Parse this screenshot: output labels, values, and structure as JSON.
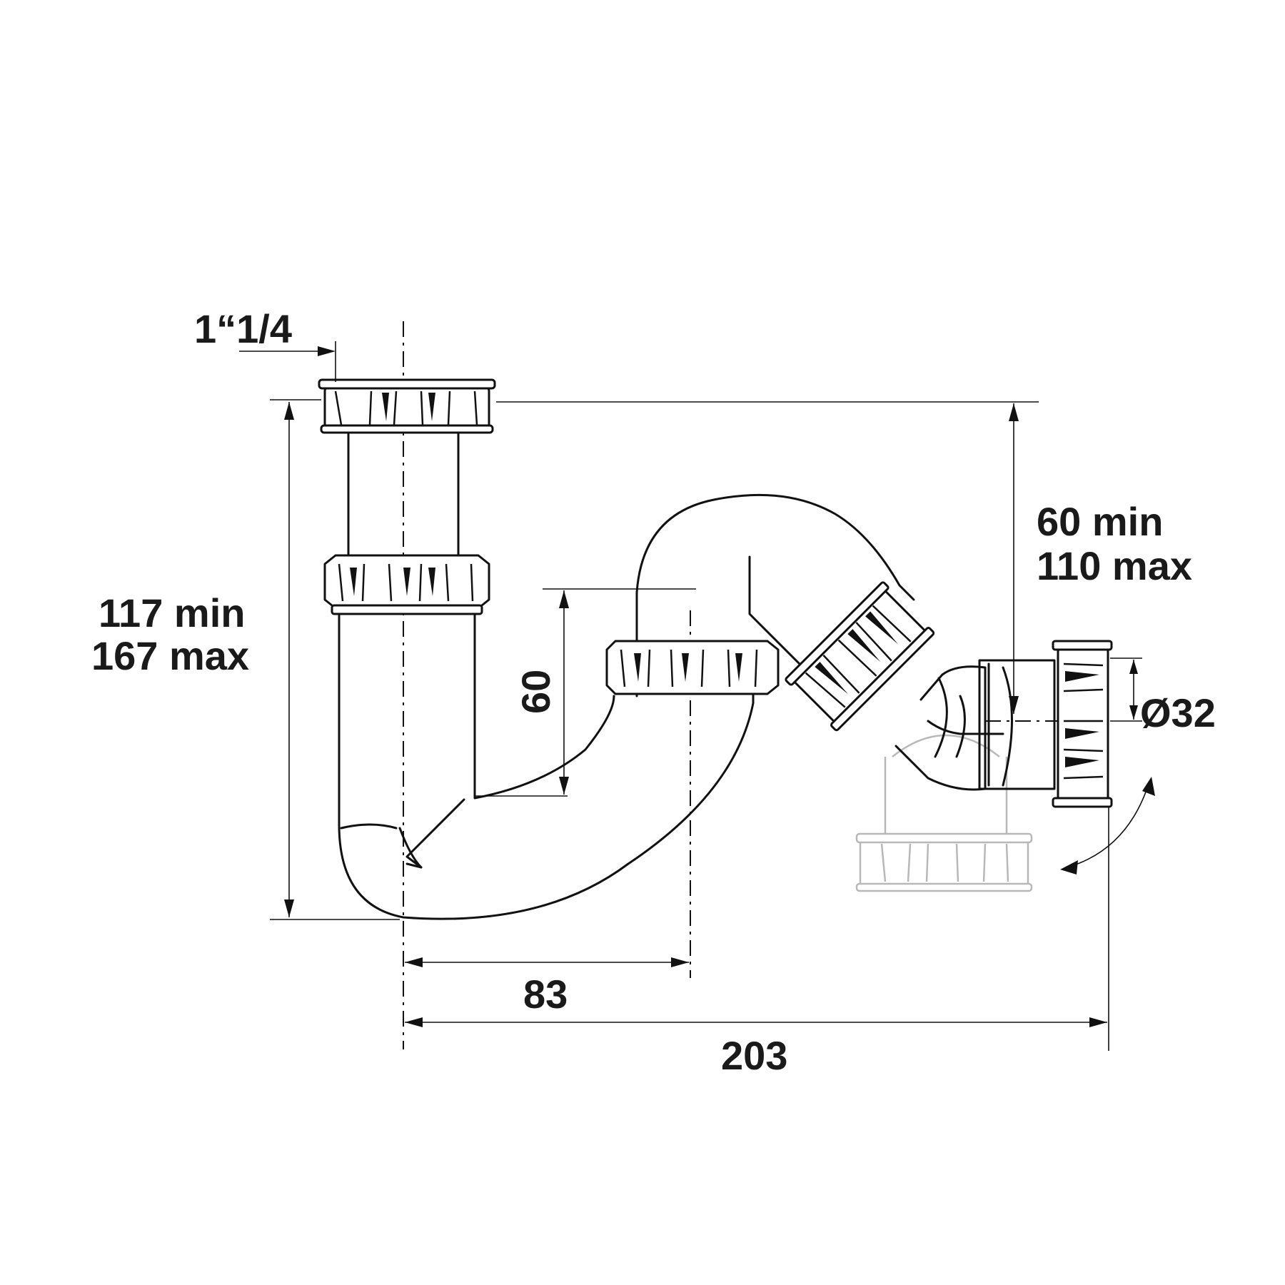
{
  "dimensions": {
    "thread": "1“1/4",
    "height_range_min": "117 min",
    "height_range_max": "167 max",
    "adjust_range_min": "60 min",
    "adjust_range_max": "110 max",
    "trap_depth": "60",
    "outlet_diameter": "Ø32",
    "inlet_to_riser": "83",
    "overall_width": "203"
  }
}
